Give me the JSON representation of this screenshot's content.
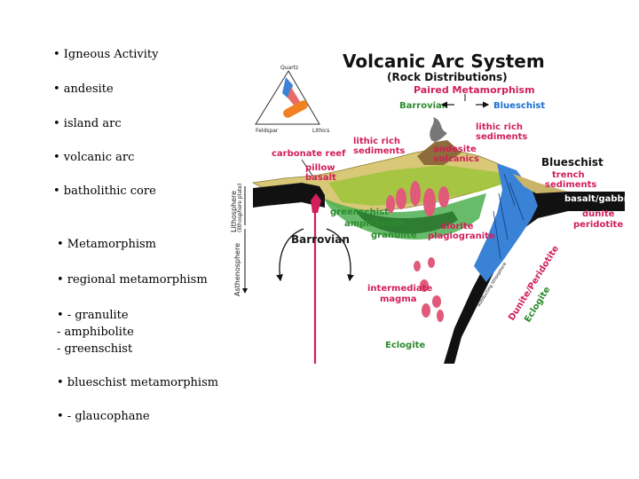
{
  "bullets": {
    "item1": "• Igneous Activity",
    "item2": "• andesite",
    "item3": "• island arc",
    "item4": "• volcanic arc",
    "item5": "• batholithic core",
    "item6": "• Metamorphism",
    "item7": "• regional metamorphism",
    "item8_lines": [
      "• - granulite",
      "- amphibolite",
      "- greenschist"
    ],
    "item9": "• blueschist metamorphism",
    "item10": "• - glaucophane"
  },
  "diagram": {
    "title": "Volcanic Arc System",
    "subtitle": "(Rock Distributions)",
    "paired": "Paired Metamorphism",
    "barrovian_top": "Barrovian",
    "blueschist_top": "Blueschist",
    "carbonate_reef": "carbonate reef",
    "lithic_rich_left": [
      "lithic rich",
      "sediments"
    ],
    "lithic_rich_right": [
      "lithic rich",
      "sediments"
    ],
    "andesite_volcanics": [
      "andesite",
      "volcanics"
    ],
    "pillow_basalt": [
      "pillow",
      "basalt"
    ],
    "blueschist_side": "Blueschist",
    "trench_sediments": [
      "trench",
      "sediments"
    ],
    "basalt_gabbro": "basalt/gabbro",
    "dunite_peridotite": [
      "dunite",
      "peridotite"
    ],
    "greenschist": "greenschist",
    "amphibolite": "amphibolite",
    "granulite": "granulite",
    "diorite": [
      "diorite",
      "plagiogranite"
    ],
    "barrovian_low": "Barrovian",
    "intermediate_magma": [
      "intermediate",
      "magma"
    ],
    "eclogite_low": "Eclogite",
    "slab_label": [
      "Dunite/Peridotite",
      "Eclogite"
    ],
    "lithosphere": "Lithosphere",
    "lithosphere_sub": "(lithosphere plate)",
    "asthenosphere": "Asthenosphere",
    "ternary_top": "Quartz",
    "ternary_left": "Feldspar",
    "ternary_right": "Lithics",
    "slab_small": "Subducting lithosphere"
  },
  "colors": {
    "red_label": "#d11f5a",
    "green_label": "#2d8a2d",
    "blueschist_blue": "#1c6fd1",
    "crust_tan": "#d8c878",
    "lithosphere_black": "#111111"
  }
}
